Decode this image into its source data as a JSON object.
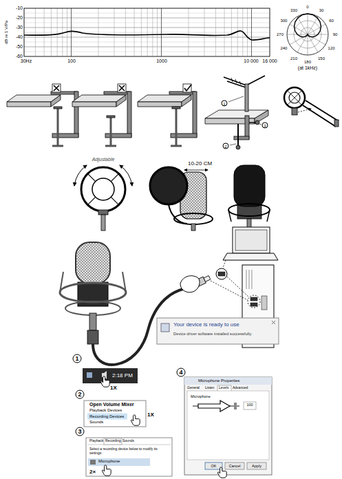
{
  "diagram": {
    "labels": [
      "-10",
      "-20",
      "-30",
      "-40",
      "-50",
      "-60",
      "dB re 1 V/Pa",
      "30Hz",
      "100",
      "1000",
      "10 000",
      "16 000",
      "0",
      "30",
      "60",
      "90",
      "120",
      "150",
      "180",
      "210",
      "240",
      "270",
      "300",
      "330",
      "(at 1kHz)",
      "1",
      "2",
      "3",
      "Adjustable",
      "10-20 CM",
      "Your device is ready to use",
      "Device driver software installed successfully.",
      "1",
      "2:18 PM",
      "1X",
      "2",
      "Open Volume Mixer",
      "Playback Devices",
      "Recording Devices",
      "Sounds",
      "1X",
      "3",
      "Playback",
      "Recording",
      "Sounds",
      "Select a recording device below to modify its settings:",
      "Microphone",
      "2×",
      "4",
      "Microphone Properties",
      "General",
      "Listen",
      "Levels",
      "Advanced",
      "Microphone",
      "100",
      "OK",
      "Cancel",
      "Apply"
    ]
  }
}
